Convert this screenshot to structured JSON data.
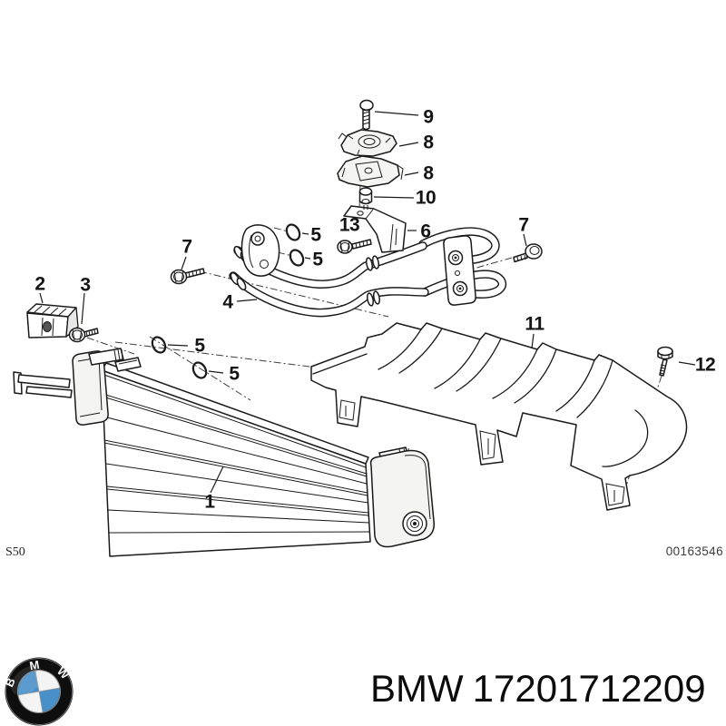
{
  "diagram": {
    "plate_code": "S50",
    "drawing_number": "00163546",
    "callouts": {
      "c1": "1",
      "c2": "2",
      "c3": "3",
      "c4": "4",
      "c5": "5",
      "c6": "6",
      "c7": "7",
      "c8": "8",
      "c9": "9",
      "c10": "10",
      "c11": "11",
      "c12": "12",
      "c13": "13"
    }
  },
  "footer": {
    "brand": "BMW",
    "part_number": "17201712209",
    "logo": {
      "b": "B",
      "m": "M",
      "w": "W"
    },
    "logo_blue": "#4a90c8"
  }
}
